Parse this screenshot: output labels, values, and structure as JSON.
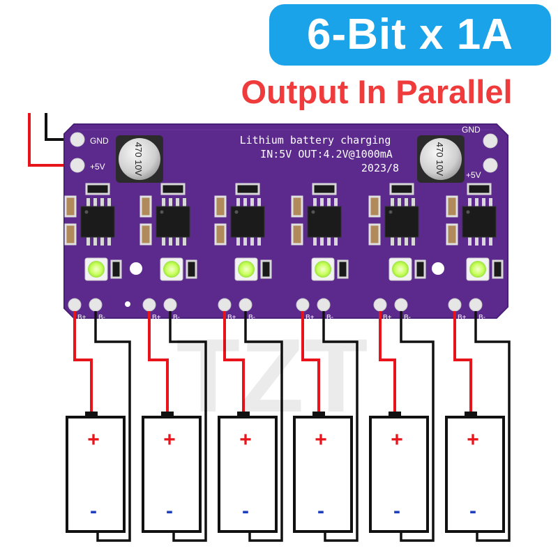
{
  "header": {
    "title": "6-Bit x 1A",
    "subtitle": "Output In Parallel"
  },
  "board": {
    "line1": "Lithium battery charging",
    "line2": "IN:5V OUT:4.2V@1000mA",
    "date": "2023/8",
    "gnd_left": "GND",
    "vcc_left": "+5V",
    "gnd_right": "GND",
    "vcc_right": "+5V",
    "cap_label": "470 10V",
    "channel_count": 6,
    "pad_plus": "B+",
    "pad_minus": "B-"
  },
  "batteries": {
    "count": 6,
    "plus": "+",
    "minus": "-"
  },
  "watermark": "TZT",
  "colors": {
    "badge": "#1aa3e8",
    "subtitle": "#ef3b3b",
    "pcb": "#5b2a8c",
    "wire_red": "#e8141c",
    "wire_black": "#111111",
    "battery_plus": "#e8141c",
    "battery_minus": "#1f3fbf",
    "led": "#c8ff5a"
  }
}
